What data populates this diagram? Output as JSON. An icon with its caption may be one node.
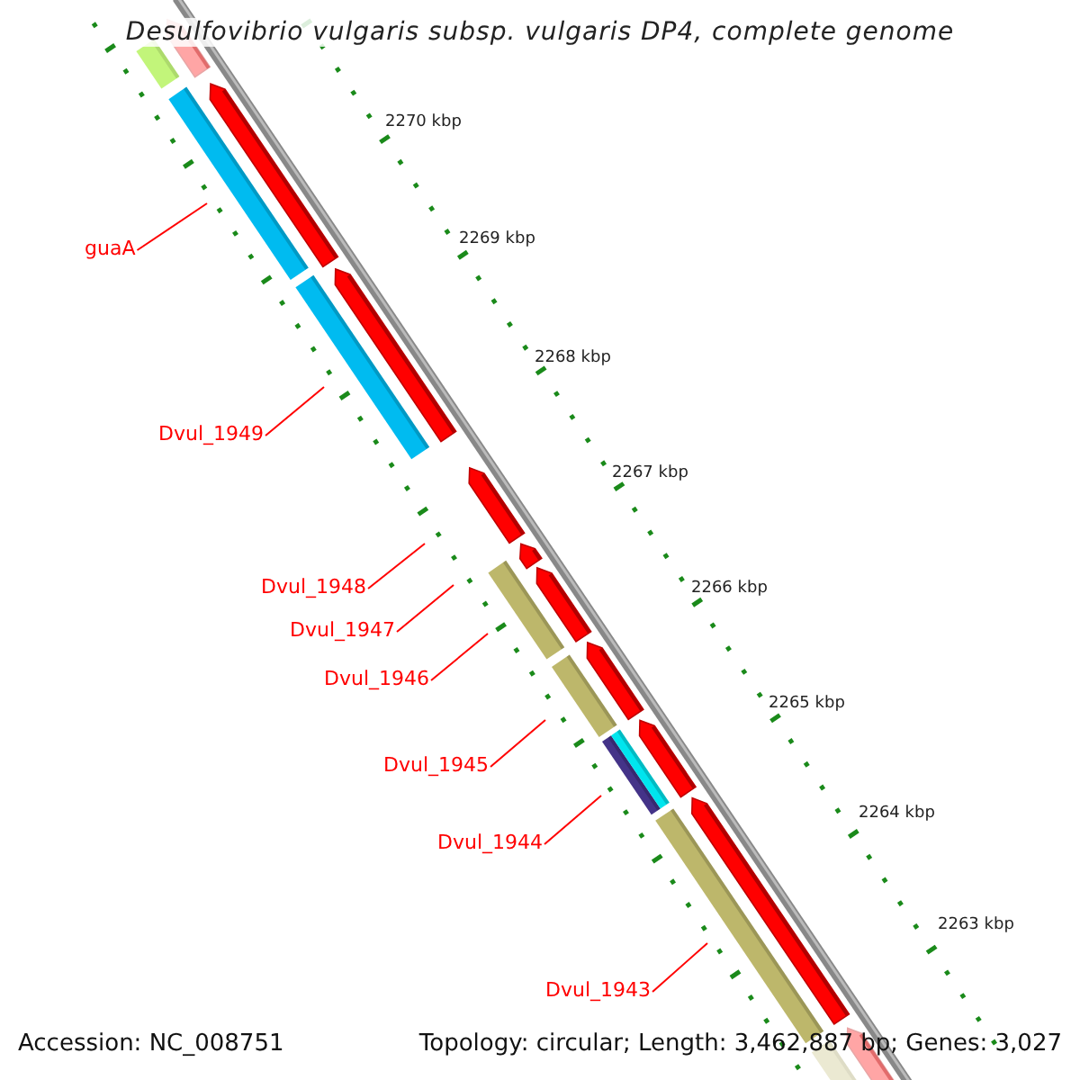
{
  "diagram": {
    "title": "Desulfovibrio vulgaris subsp. vulgaris DP4, complete genome",
    "nodes": [
      {
        "text": [
          "guaA"
        ]
      },
      {
        "text": [
          "Dvul_1949"
        ]
      },
      {
        "text": [
          "Dvul_1948"
        ]
      },
      {
        "text": [
          "Dvul_1947"
        ]
      },
      {
        "text": [
          "Dvul_1946"
        ]
      },
      {
        "text": [
          "Dvul_1945"
        ]
      },
      {
        "text": [
          "Dvul_1944"
        ]
      },
      {
        "text": [
          "Dvul_1943"
        ]
      }
    ],
    "edges": [
      {
        "from": 0,
        "to": null,
        "arrow": "none"
      },
      {
        "from": 1,
        "to": null,
        "arrow": "none"
      },
      {
        "from": 2,
        "to": null,
        "arrow": "none"
      },
      {
        "from": 3,
        "to": null,
        "arrow": "none"
      },
      {
        "from": 4,
        "to": null,
        "arrow": "none"
      },
      {
        "from": 5,
        "to": null,
        "arrow": "none"
      },
      {
        "from": 6,
        "to": null,
        "arrow": "none"
      },
      {
        "from": 7,
        "to": null,
        "arrow": "none"
      }
    ],
    "labels": [
      "2270 kbp",
      "2269 kbp",
      "2268 kbp",
      "2267 kbp",
      "2266 kbp",
      "2265 kbp",
      "2264 kbp",
      "2263 kbp",
      "Accession: NC_008751",
      "Topology: circular; Length: 3,462,887 bp; Genes: 3,027"
    ]
  }
}
